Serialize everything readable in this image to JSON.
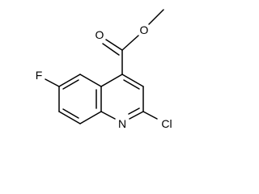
{
  "molecule": {
    "atoms": {
      "ester_o_single": "O",
      "ester_o_double": "O",
      "fluorine": "F",
      "nitrogen": "N",
      "chlorine": "Cl"
    }
  },
  "colors": {
    "bond": "#000000",
    "background": "#ffffff"
  }
}
